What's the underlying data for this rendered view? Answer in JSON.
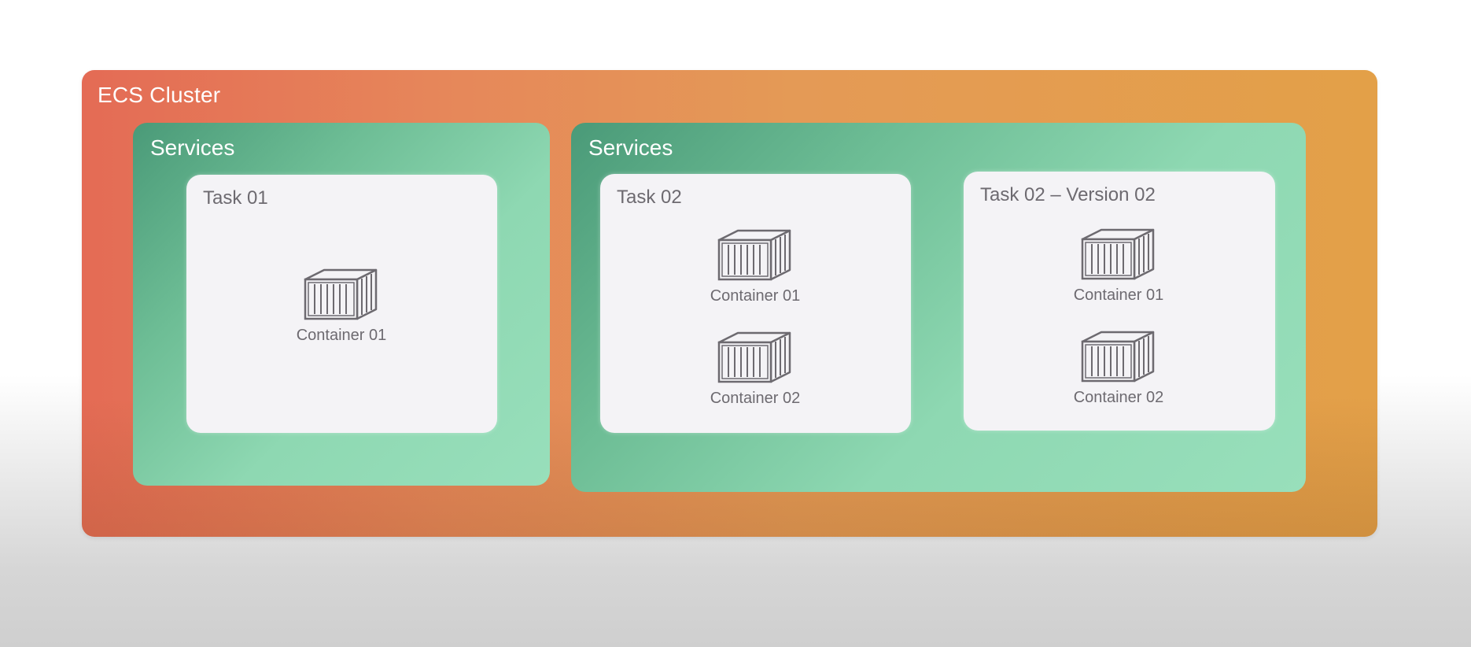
{
  "diagram": {
    "cluster": {
      "title": "ECS Cluster",
      "services": [
        {
          "title": "Services",
          "tasks": [
            {
              "title": "Task 01",
              "containers": [
                "Container 01"
              ]
            }
          ]
        },
        {
          "title": "Services",
          "tasks": [
            {
              "title": "Task 02",
              "containers": [
                "Container 01",
                "Container 02"
              ]
            },
            {
              "title": "Task 02 – Version 02",
              "containers": [
                "Container 01",
                "Container 02"
              ]
            }
          ]
        }
      ]
    },
    "icon": "shipping-container-icon",
    "colors": {
      "cluster_start": "#e46b55",
      "cluster_end": "#e3a048",
      "service_start": "#4a9a78",
      "service_end": "#98dfbb",
      "task_background": "#f4f3f6",
      "icon_stroke": "#6d6a70"
    }
  }
}
